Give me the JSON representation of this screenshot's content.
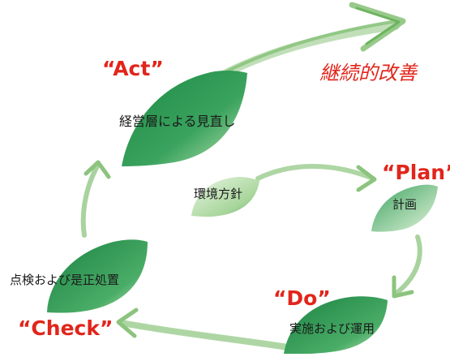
{
  "diagram": {
    "improvement_label": "継続的改善",
    "policy_label": "環境方針",
    "stages": [
      {
        "key": "plan",
        "phase": "“Plan”",
        "description": "計画"
      },
      {
        "key": "do",
        "phase": "“Do”",
        "description": "実施および運用"
      },
      {
        "key": "check",
        "phase": "“Check”",
        "description": "点検および是正処置"
      },
      {
        "key": "act",
        "phase": "“Act”",
        "description": "経営層による見直し"
      }
    ]
  },
  "colors": {
    "phase_text": "#e1251b",
    "improvement_text": "#e1251b",
    "description_text": "#1a1a1a",
    "arrow_green": "#8cc47e",
    "leaf_dark": "#1f8a47",
    "leaf_light": "#d3edc8"
  }
}
